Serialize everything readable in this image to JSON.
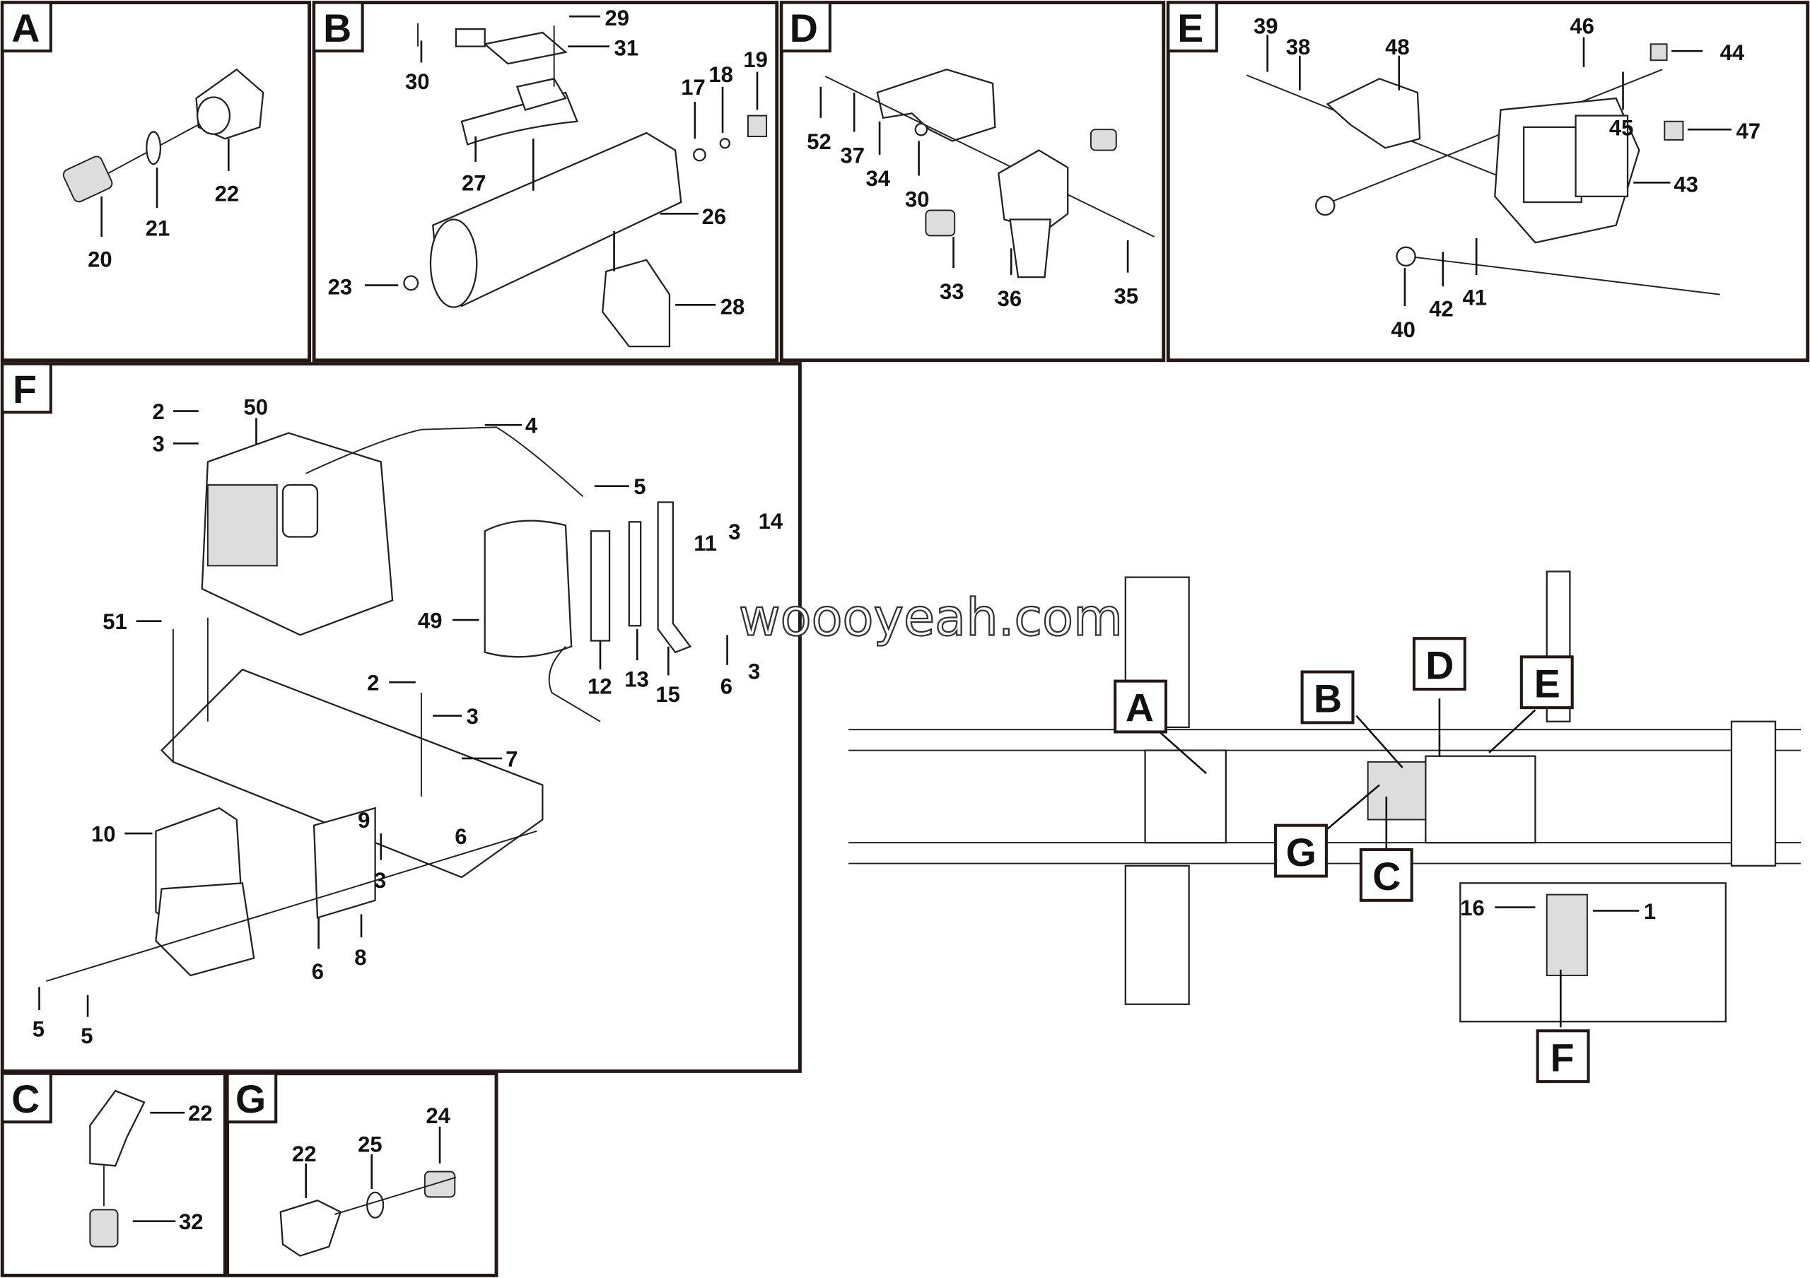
{
  "watermark": "woooyeah.com",
  "panels": {
    "A": {
      "label": "A",
      "callouts": [
        "22",
        "21",
        "20"
      ]
    },
    "B": {
      "label": "B",
      "callouts": [
        "29",
        "31",
        "30",
        "17",
        "18",
        "19",
        "27",
        "26",
        "23",
        "28"
      ]
    },
    "D": {
      "label": "D",
      "callouts": [
        "52",
        "37",
        "34",
        "30",
        "33",
        "36",
        "35"
      ]
    },
    "E": {
      "label": "E",
      "callouts": [
        "39",
        "38",
        "48",
        "46",
        "44",
        "45",
        "47",
        "43",
        "40",
        "42",
        "41"
      ]
    },
    "F": {
      "label": "F",
      "callouts": [
        "2",
        "50",
        "3",
        "4",
        "5",
        "11",
        "3",
        "14",
        "49",
        "51",
        "12",
        "13",
        "15",
        "6",
        "3",
        "2",
        "3",
        "7",
        "10",
        "9",
        "6",
        "3",
        "6",
        "8",
        "5",
        "5"
      ]
    },
    "C": {
      "label": "C",
      "callouts": [
        "22",
        "32"
      ]
    },
    "G": {
      "label": "G",
      "callouts": [
        "24",
        "25",
        "22"
      ]
    }
  },
  "overview": {
    "markers": [
      "A",
      "B",
      "D",
      "E",
      "G",
      "C",
      "F"
    ],
    "callouts": [
      "16",
      "1"
    ]
  }
}
